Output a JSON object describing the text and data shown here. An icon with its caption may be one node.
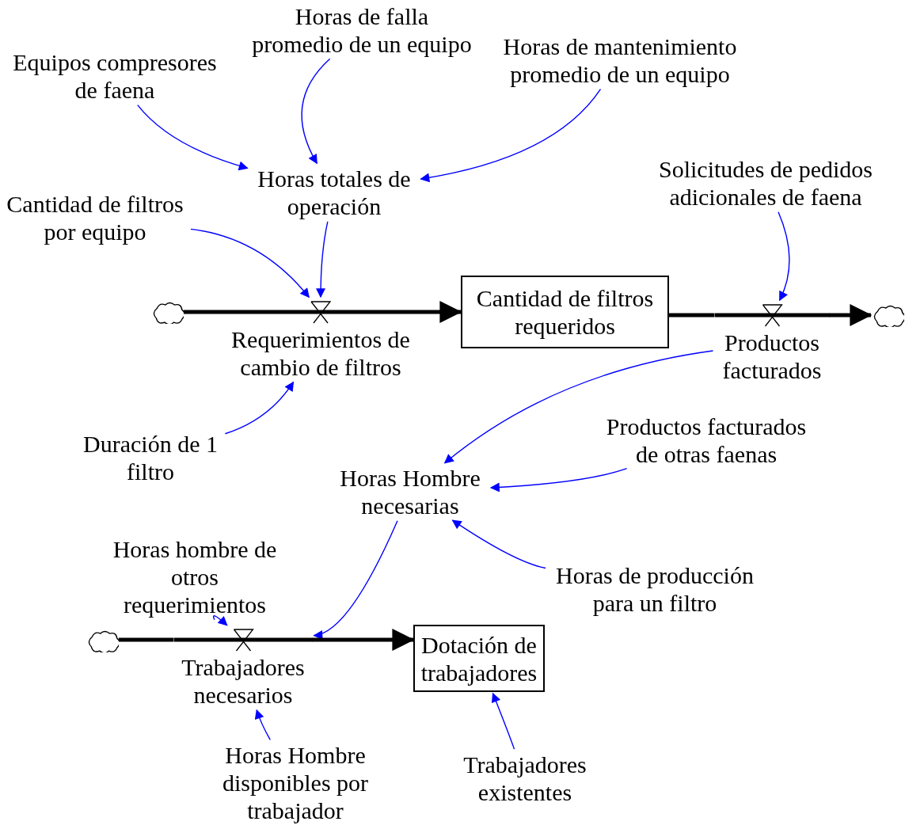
{
  "diagram": {
    "nodes": [
      {
        "text": [
          "Equipos compresores de faena"
        ]
      },
      {
        "text": [
          "Horas de falla promedio de un equipo"
        ]
      },
      {
        "text": [
          "Horas de mantenimiento promedio de un equipo"
        ]
      },
      {
        "text": [
          "Horas totales de operación"
        ]
      },
      {
        "text": [
          "Cantidad de filtros por equipo"
        ]
      },
      {
        "text": [
          "Solicitudes de pedidos adicionales de faena"
        ]
      },
      {
        "text": [],
        "shape": "cloud"
      },
      {
        "text": [
          "Requerimientos de cambio de filtros"
        ]
      },
      {
        "text": [
          "Cantidad de filtros requeridos"
        ]
      },
      {
        "text": [
          "Productos facturados"
        ]
      },
      {
        "text": [],
        "shape": "cloud"
      },
      {
        "text": [
          "Duración de 1 filtro"
        ]
      },
      {
        "text": [
          "Horas Hombre necesarias"
        ]
      },
      {
        "text": [
          "Productos facturados de otras faenas"
        ]
      },
      {
        "text": [
          "Horas hombre de otros requerimientos"
        ]
      },
      {
        "text": [
          "Horas de producción para un filtro"
        ]
      },
      {
        "text": [],
        "shape": "cloud"
      },
      {
        "text": [
          "Trabajadores necesarios"
        ]
      },
      {
        "text": [
          "Dotación de trabajadores"
        ]
      },
      {
        "text": [
          "Horas Hombre disponibles por trabajador"
        ]
      },
      {
        "text": [
          "Trabajadores existentes"
        ]
      }
    ],
    "edges": [
      {
        "from": 0,
        "to": 3,
        "arrow": "to"
      },
      {
        "from": 1,
        "to": 3,
        "arrow": "to"
      },
      {
        "from": 2,
        "to": 3,
        "arrow": "to"
      },
      {
        "from": 4,
        "to": 7,
        "arrow": "to"
      },
      {
        "from": 3,
        "to": 7,
        "arrow": "to"
      },
      {
        "from": 5,
        "to": 9,
        "arrow": "to"
      },
      {
        "from": 11,
        "to": 7,
        "arrow": "to"
      },
      {
        "from": 9,
        "to": 12,
        "arrow": "to"
      },
      {
        "from": 13,
        "to": 12,
        "arrow": "to"
      },
      {
        "from": 15,
        "to": 12,
        "arrow": "to"
      },
      {
        "from": 12,
        "to": 17,
        "arrow": "to"
      },
      {
        "from": 14,
        "to": 17,
        "arrow": "to"
      },
      {
        "from": 19,
        "to": 17,
        "arrow": "to"
      },
      {
        "from": 20,
        "to": 18,
        "arrow": "to"
      },
      {
        "from": 6,
        "to": 7,
        "arrow": "none",
        "style": "thick",
        "color": "#000000"
      },
      {
        "from": 7,
        "to": 8,
        "arrow": "to",
        "style": "thick",
        "color": "#000000"
      },
      {
        "from": 8,
        "to": 9,
        "arrow": "none",
        "style": "thick",
        "color": "#000000"
      },
      {
        "from": 9,
        "to": 10,
        "arrow": "to",
        "style": "thick",
        "color": "#000000"
      },
      {
        "from": 16,
        "to": 17,
        "arrow": "none",
        "style": "thick",
        "color": "#000000"
      },
      {
        "from": 17,
        "to": 18,
        "arrow": "to",
        "style": "thick",
        "color": "#000000"
      }
    ]
  }
}
